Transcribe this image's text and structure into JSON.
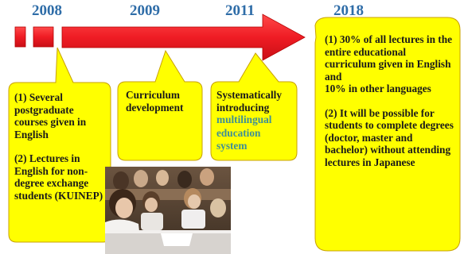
{
  "years": [
    "2008",
    "2009",
    "2011",
    "2018"
  ],
  "callouts": {
    "c2008": {
      "item1": "(1)  Several postgraduate courses given in English",
      "item2": "(2) Lectures in English for non-degree exchange students (KUINEP)"
    },
    "c2009": {
      "text": "Curriculum development"
    },
    "c2011": {
      "line1": "Systematically",
      "line2": "introducing",
      "highlight": "multilingual education system"
    },
    "c2018": {
      "item1_a": "(1) 30% of all lectures in the entire educational curriculum given in English and",
      "item1_b": "10% in other languages",
      "item2": "(2) It will be possible for students to complete degrees (doctor, master and bachelor) without attending lectures in Japanese"
    }
  },
  "photo": {
    "icon": "students-in-lecture-hall-photo"
  },
  "colors": {
    "arrow": "#ef1c24",
    "callout_fill": "#ffff00",
    "callout_stroke": "#c8a000",
    "year": "#2f6da8",
    "highlight": "#3f8f96"
  }
}
